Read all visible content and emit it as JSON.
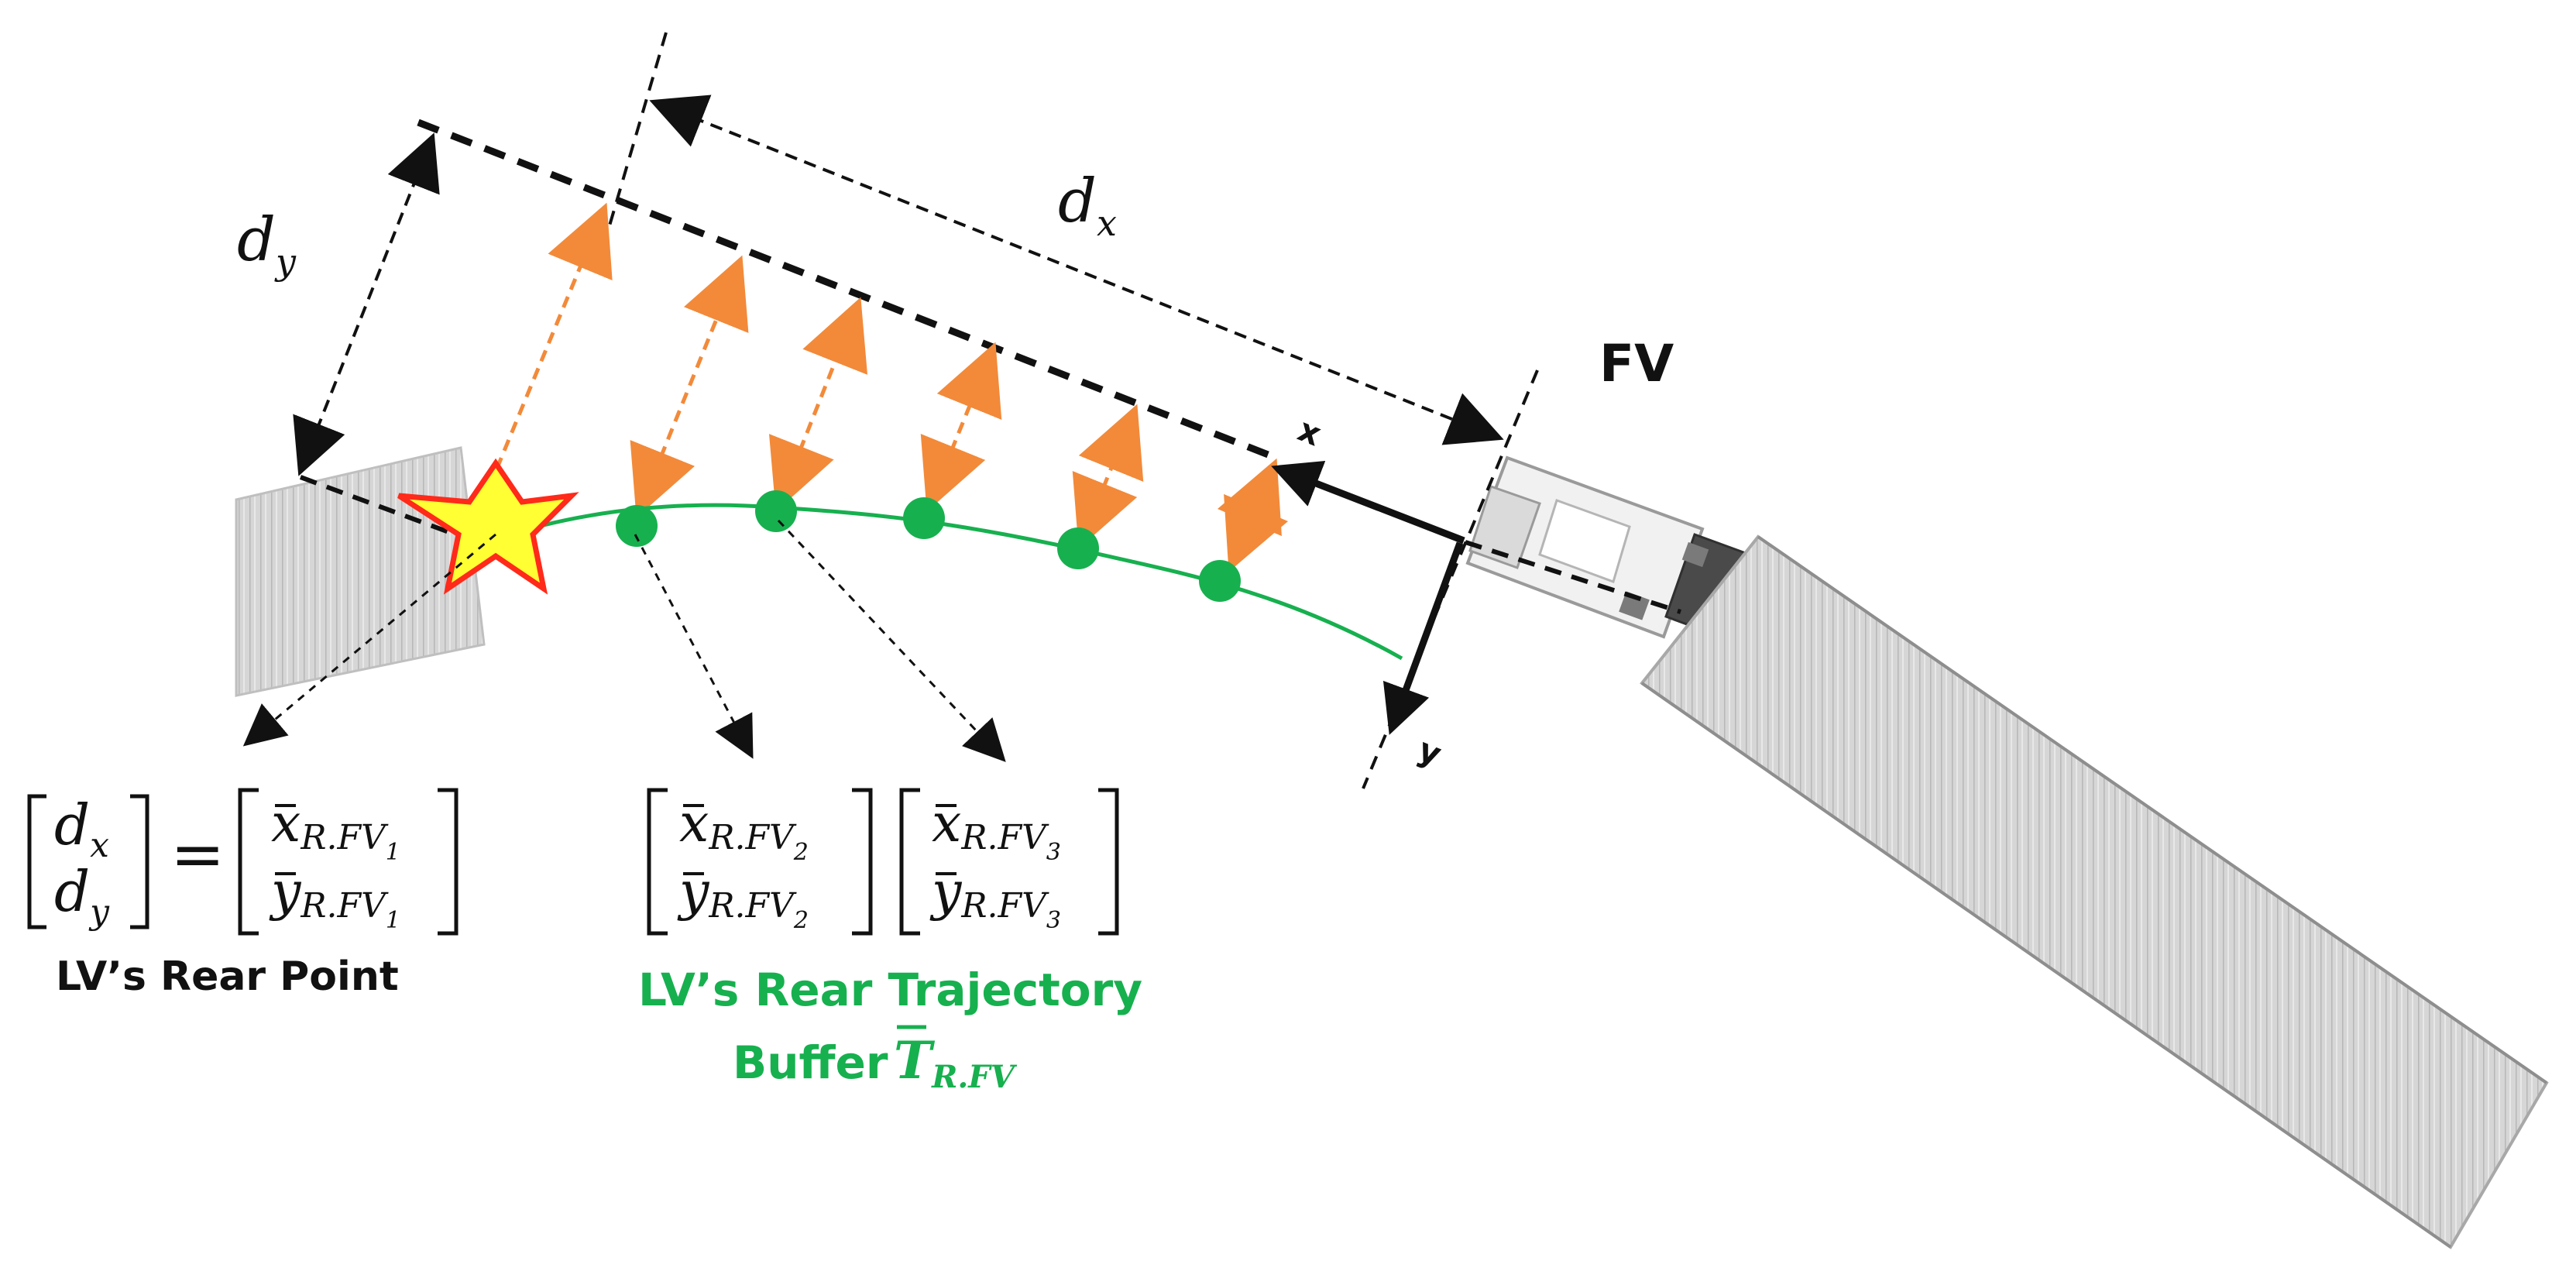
{
  "labels": {
    "dx": "d",
    "dx_sub": "x",
    "dy": "d",
    "dy_sub": "y",
    "fv": "FV",
    "x_axis": "x",
    "y_axis": "y",
    "rear_point": "LV’s Rear Point",
    "trajectory_line1": "LV’s Rear Trajectory",
    "trajectory_line2_word": "Buffer",
    "trajectory_symbol": "T",
    "trajectory_subscript": "R.FV"
  },
  "equation_rear": {
    "left_top": "d",
    "left_top_sub": "x",
    "left_bottom": "d",
    "left_bottom_sub": "y",
    "equals": "=",
    "right_top": "x",
    "right_top_sub": "R.FV",
    "right_top_index": "1",
    "right_bottom": "y",
    "right_bottom_sub": "R.FV",
    "right_bottom_index": "1"
  },
  "vector_2": {
    "top": "x",
    "top_sub": "R.FV",
    "top_index": "2",
    "bottom": "y",
    "bottom_sub": "R.FV",
    "bottom_index": "2"
  },
  "vector_3": {
    "top": "x",
    "top_sub": "R.FV",
    "top_index": "3",
    "bottom": "y",
    "bottom_sub": "R.FV",
    "bottom_index": "3"
  },
  "colors": {
    "trajectory_green": "#17b04f",
    "projection_orange": "#f28a3a",
    "star_fill": "#ffff33",
    "star_stroke": "#ff2a1a",
    "vehicle_gray": "#d9d9d9",
    "axis_black": "#111111"
  },
  "icons": {
    "collision_marker": "star-icon",
    "leading_vehicle": "trailer-icon",
    "following_vehicle": "truck-icon"
  }
}
